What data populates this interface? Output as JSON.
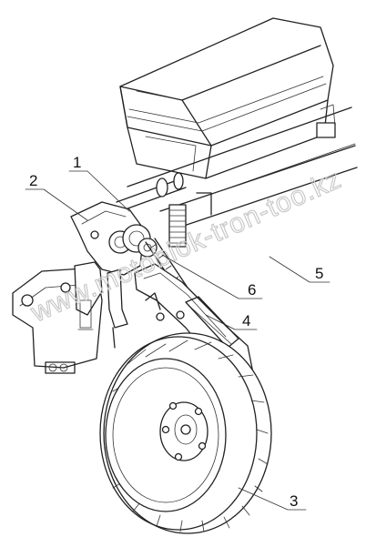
{
  "callouts": [
    {
      "id": "1",
      "label": "1"
    },
    {
      "id": "2",
      "label": "2"
    },
    {
      "id": "3",
      "label": "3"
    },
    {
      "id": "4",
      "label": "4"
    },
    {
      "id": "5",
      "label": "5"
    },
    {
      "id": "6",
      "label": "6"
    }
  ],
  "watermark": "www.motoblok-tron-too.kz",
  "colors": {
    "line": "#222222",
    "watermark": "#c9c9c9",
    "background": "#ffffff"
  }
}
